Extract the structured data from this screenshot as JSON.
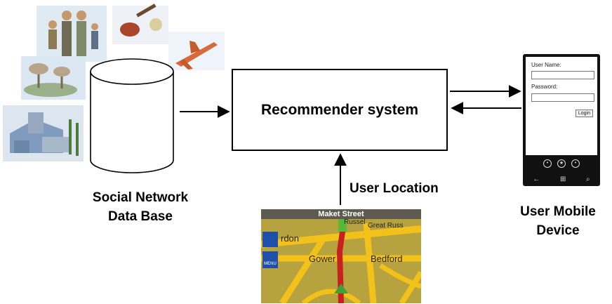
{
  "recommender": {
    "label": "Recommender system"
  },
  "database": {
    "label_line1": "Social Network",
    "label_line2": "Data Base"
  },
  "location": {
    "label": "User Location"
  },
  "device": {
    "label_line1": "User Mobile",
    "label_line2": "Device"
  },
  "phone": {
    "user_name_label": "User Name:",
    "password_label": "Password:",
    "login_button": "Login"
  },
  "map": {
    "street_title": "Maket Street",
    "street_russell": "Russel",
    "street_great_russell": "Great Russ",
    "street_gordon": "rdon",
    "street_gower": "Gower",
    "street_bedford": "Bedford",
    "menu_label": "MENU"
  },
  "colors": {
    "map_road": "#f2c21b",
    "map_route": "#c8201e",
    "map_bg": "#b6a23e",
    "arrow": "#000000"
  }
}
